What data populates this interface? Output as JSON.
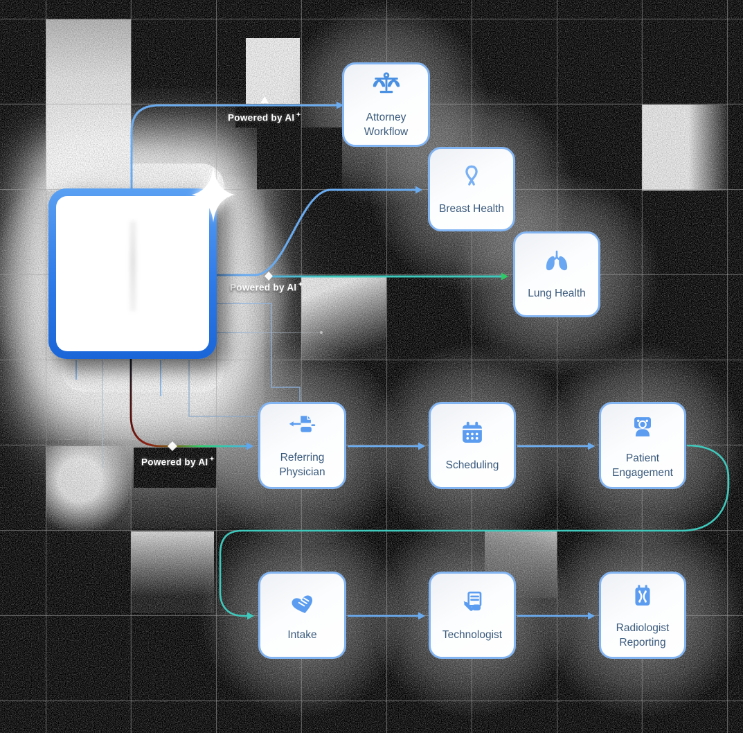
{
  "diagram_title": "",
  "edge_label_text": "Powered by AI",
  "nodes": [
    {
      "id": "attorney-workflow",
      "label": "Attorney Workflow",
      "icon": "scales-icon"
    },
    {
      "id": "breast-health",
      "label": "Breast Health",
      "icon": "awareness-ribbon-icon"
    },
    {
      "id": "lung-health",
      "label": "Lung Health",
      "icon": "lungs-icon"
    },
    {
      "id": "referring-physician",
      "label": "Referring Physician",
      "icon": "referral-document-icon"
    },
    {
      "id": "scheduling",
      "label": "Scheduling",
      "icon": "calendar-icon"
    },
    {
      "id": "patient-engagement",
      "label": "Patient Engagement",
      "icon": "patient-screen-icon"
    },
    {
      "id": "intake",
      "label": "Intake",
      "icon": "handshake-heart-icon"
    },
    {
      "id": "technologist",
      "label": "Technologist",
      "icon": "document-pen-icon"
    },
    {
      "id": "radiologist-reporting",
      "label": "Radiologist Reporting",
      "icon": "xray-report-icon"
    }
  ],
  "connections": [
    {
      "from": "hub",
      "to": "attorney-workflow",
      "label": "Powered by AI",
      "color": "blue"
    },
    {
      "from": "hub",
      "to": "breast-health",
      "color": "blue"
    },
    {
      "from": "hub",
      "to": "lung-health",
      "label": "Powered by AI",
      "color": "blue-teal"
    },
    {
      "from": "hub",
      "to": "referring-physician",
      "label": "Powered by AI",
      "color": "red-green-teal-blue"
    },
    {
      "from": "referring-physician",
      "to": "scheduling",
      "color": "blue"
    },
    {
      "from": "scheduling",
      "to": "patient-engagement",
      "color": "blue"
    },
    {
      "from": "patient-engagement",
      "to": "intake",
      "color": "teal"
    },
    {
      "from": "intake",
      "to": "technologist",
      "color": "blue"
    },
    {
      "from": "technologist",
      "to": "radiologist-reporting",
      "color": "blue"
    }
  ],
  "colors": {
    "background": "#000000",
    "card_border": "#82b4f2",
    "icon_blue": "#5b9cf0",
    "label_text": "#3a5a7c",
    "line_blue": "#6aabf0",
    "line_teal": "#3fc8bc",
    "line_green": "#2ecc6a",
    "line_red": "#8e2012",
    "hub_border_top": "#5aa0f2",
    "hub_border_bottom": "#1a66d8"
  }
}
